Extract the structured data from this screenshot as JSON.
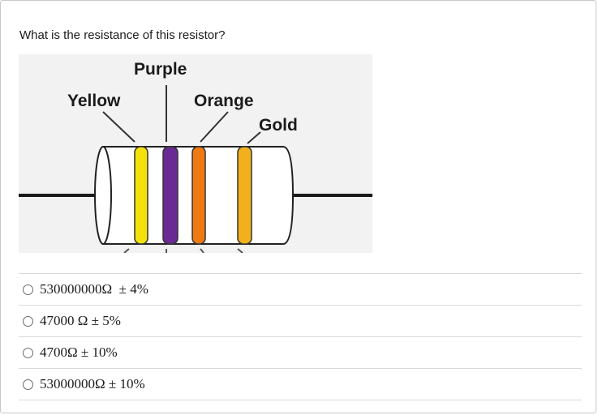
{
  "question": {
    "text": "What is the resistance of this resistor?"
  },
  "figure": {
    "labels": {
      "band1": "Yellow",
      "band2": "Purple",
      "band3": "Orange",
      "band4": "Gold"
    },
    "colors": {
      "band1": "#f5e10a",
      "band2": "#6a2a94",
      "band3": "#f07a12",
      "band4": "#f2b01c",
      "body": "#ffffff",
      "lead": "#1a1a1a"
    }
  },
  "options": [
    {
      "label": "530000000Ω  ± 4%"
    },
    {
      "label": "47000 Ω ± 5%"
    },
    {
      "label": "4700Ω ± 10%"
    },
    {
      "label": "53000000Ω ± 10%"
    }
  ]
}
